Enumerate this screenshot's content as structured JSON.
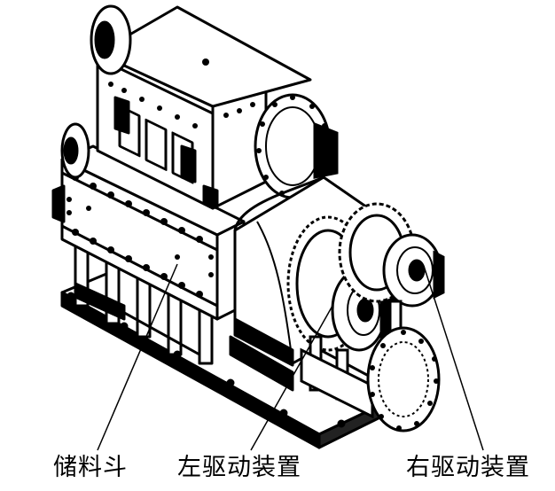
{
  "colors": {
    "ink": "#000000",
    "paper": "#ffffff"
  },
  "labels": {
    "hopper": "储料斗",
    "left_drive": "左驱动装置",
    "right_drive": "右驱动装置"
  }
}
